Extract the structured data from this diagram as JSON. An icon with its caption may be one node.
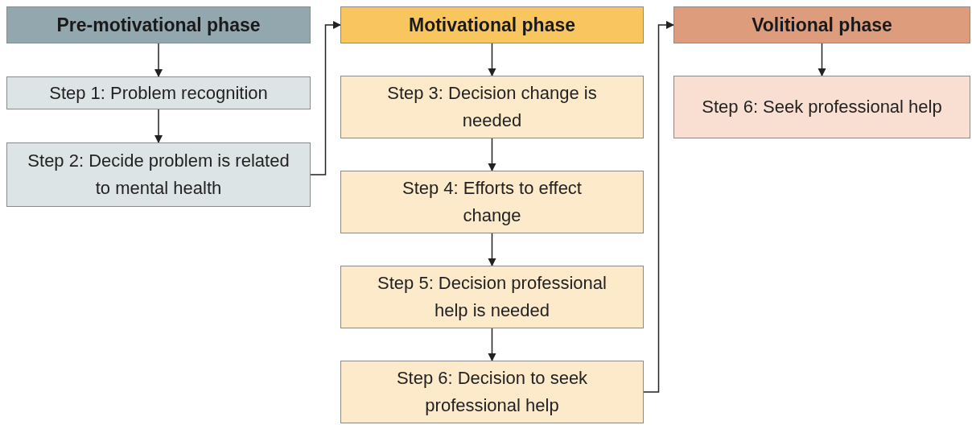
{
  "diagram": {
    "nodes": [
      {
        "text": [
          "Pre-motivational phase"
        ]
      },
      {
        "text": [
          "Step 1: Problem recognition"
        ]
      },
      {
        "text": [
          "Step 2: Decide problem is related to mental health"
        ]
      },
      {
        "text": [
          "Motivational phase"
        ]
      },
      {
        "text": [
          "Step 3: Decision change is needed"
        ]
      },
      {
        "text": [
          "Step 4: Efforts to effect change"
        ]
      },
      {
        "text": [
          "Step 5: Decision professional help is needed"
        ]
      },
      {
        "text": [
          "Step 6: Decision to seek professional help"
        ]
      },
      {
        "text": [
          "Volitional phase"
        ]
      },
      {
        "text": [
          "Step 6: Seek professional help"
        ]
      }
    ],
    "edges": [
      {
        "from": 0,
        "to": 1,
        "arrow": "to"
      },
      {
        "from": 1,
        "to": 2,
        "arrow": "to"
      },
      {
        "from": 2,
        "to": 3,
        "arrow": "to"
      },
      {
        "from": 3,
        "to": 4,
        "arrow": "to"
      },
      {
        "from": 4,
        "to": 5,
        "arrow": "to"
      },
      {
        "from": 5,
        "to": 6,
        "arrow": "to"
      },
      {
        "from": 6,
        "to": 7,
        "arrow": "to"
      },
      {
        "from": 7,
        "to": 8,
        "arrow": "to"
      },
      {
        "from": 8,
        "to": 9,
        "arrow": "to"
      }
    ]
  }
}
